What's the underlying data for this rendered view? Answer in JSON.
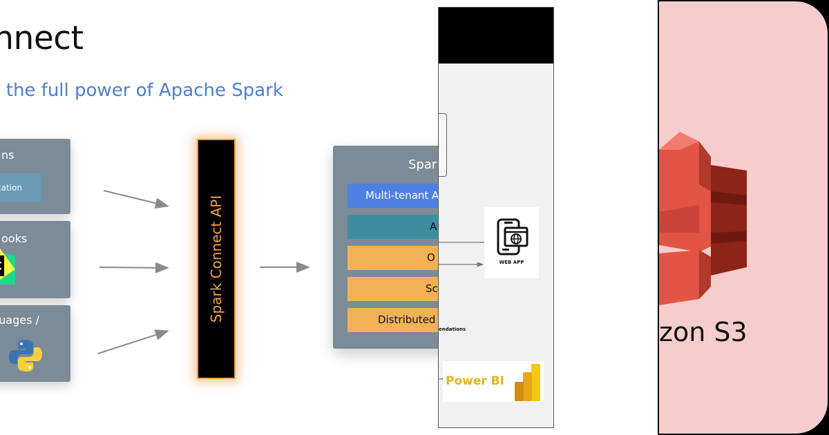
{
  "slide": {
    "title": "onnect",
    "subtitle": "n the full power of Apache Spark",
    "clients": {
      "apps": {
        "label": "ns",
        "pill": "cation"
      },
      "notebooks": {
        "label": "ooks",
        "icon": "jetbrains-pycharm-icon"
      },
      "languages": {
        "label": "guages /",
        "icon": "python-icon"
      }
    },
    "api_label": "Spark Connect API",
    "server": {
      "title": "Spar",
      "rows": [
        "Multi-tenant A",
        "A",
        "O",
        "Sc",
        "Distributed"
      ]
    },
    "colors": {
      "subtitle": "#4f7fc9",
      "box": "#7b8b97",
      "api_glow": "#f0a24a",
      "row_blue": "#4f7fe0",
      "row_teal": "#3d8fa0",
      "row_orange": "#f0b157"
    }
  },
  "architecture": {
    "webapp_label": "WEB APP",
    "recommendations_text": "endations",
    "powerbi_label": "Power BI",
    "powerbi_arrow": "→"
  },
  "s3": {
    "label": "zon S3",
    "colors": {
      "background": "#f6cccc",
      "logo_dark": "#8c2418",
      "logo_light": "#e25444"
    }
  }
}
